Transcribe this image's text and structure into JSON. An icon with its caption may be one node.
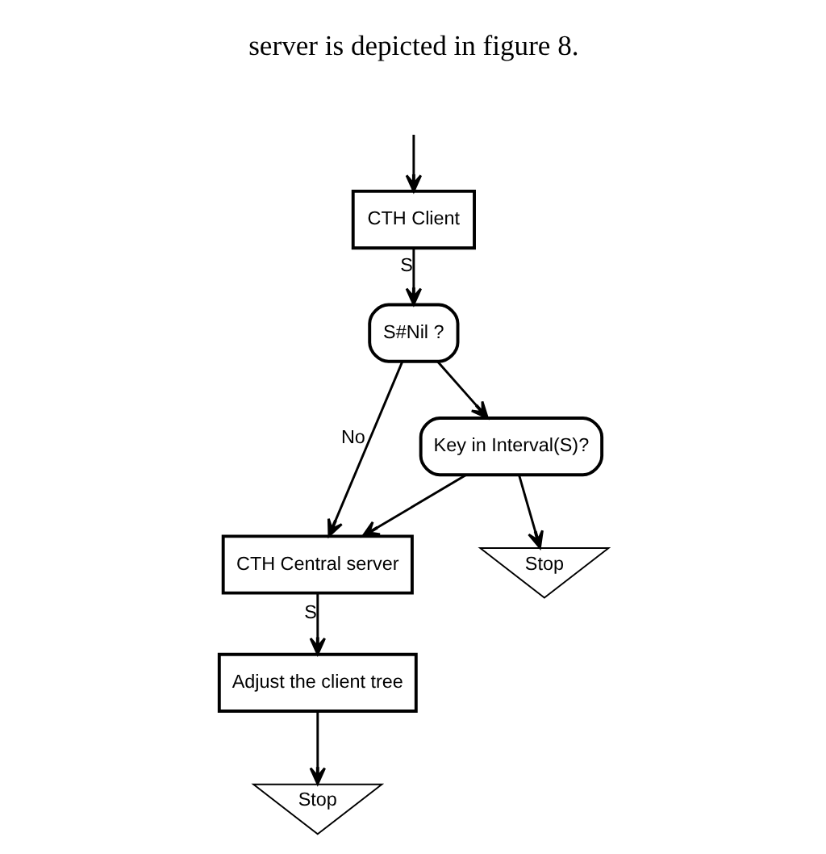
{
  "diagram": {
    "nodes": [
      {
        "text": [
          "CTH Client"
        ]
      },
      {
        "text": [
          "S#Nil ?"
        ]
      },
      {
        "text": [
          "Key in Interval(S)?"
        ]
      },
      {
        "text": [
          "CTH Central server"
        ]
      },
      {
        "text": [
          "Stop"
        ]
      },
      {
        "text": [
          "Adjust the client tree"
        ]
      },
      {
        "text": [
          "Stop"
        ]
      }
    ],
    "edges": [
      {
        "from": null,
        "to": 0,
        "arrow": "to"
      },
      {
        "from": 0,
        "to": 1,
        "arrow": "to",
        "label": "S"
      },
      {
        "from": 1,
        "to": 3,
        "arrow": "to",
        "label": "No"
      },
      {
        "from": 1,
        "to": 2,
        "arrow": "to"
      },
      {
        "from": 2,
        "to": 3,
        "arrow": "to"
      },
      {
        "from": 2,
        "to": 4,
        "arrow": "to"
      },
      {
        "from": 3,
        "to": 5,
        "arrow": "to",
        "label": "S"
      },
      {
        "from": 5,
        "to": 6,
        "arrow": "to"
      }
    ],
    "labels": [
      "server is depicted in figure 8."
    ]
  }
}
